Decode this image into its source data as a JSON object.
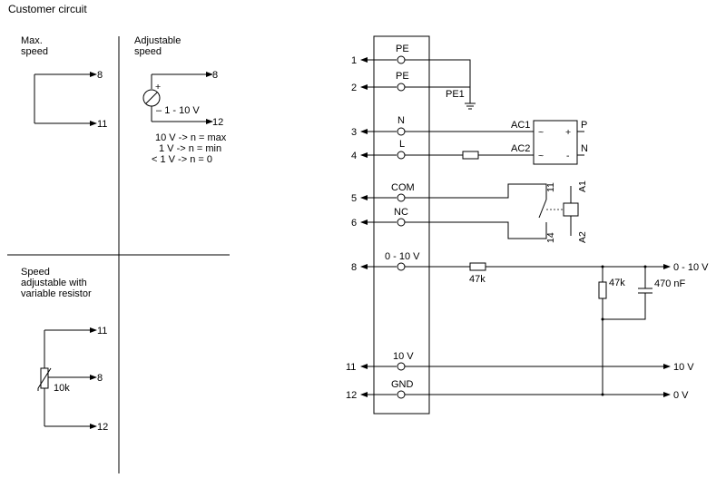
{
  "title": "Customer circuit",
  "left_panel": {
    "max_speed_label": [
      "Max.",
      "speed"
    ],
    "max_speed_terminals": [
      "8",
      "11"
    ],
    "adjustable_label": [
      "Adjustable",
      "speed"
    ],
    "adjustable_terminals": [
      "8",
      "12"
    ],
    "source_plus": "+",
    "source_label": "1 - 10 V",
    "notes": [
      "10 V -> n = max",
      "1 V -> n = min",
      "< 1 V -> n = 0"
    ],
    "resistor_label": [
      "Speed",
      "adjustable with",
      "variable resistor"
    ],
    "resistor_terminals": [
      "11",
      "8",
      "12"
    ],
    "resistor_value": "10k"
  },
  "right_panel": {
    "rows": [
      {
        "num": "1",
        "label": "PE"
      },
      {
        "num": "2",
        "label": "PE"
      },
      {
        "num": "3",
        "label": "N"
      },
      {
        "num": "4",
        "label": "L"
      },
      {
        "num": "5",
        "label": "COM"
      },
      {
        "num": "6",
        "label": "NC"
      },
      {
        "num": "8",
        "label": "0 - 10 V"
      },
      {
        "num": "11",
        "label": "10 V"
      },
      {
        "num": "12",
        "label": "GND"
      }
    ],
    "pe_label": "PE1",
    "ac1": "AC1",
    "ac2": "AC2",
    "p": "P",
    "n": "N",
    "rect_tilde_top": "~",
    "rect_tilde_bottom": "~",
    "rect_plus": "+",
    "rect_minus": "-",
    "relay_11": "11",
    "relay_14": "14",
    "relay_a1": "A1",
    "relay_a2": "A2",
    "r_series": "47k",
    "r_shunt": "47k",
    "capacitor": "470 nF",
    "out_signal": "0 - 10 V",
    "out_10v": "10 V",
    "out_0v": "0 V"
  }
}
